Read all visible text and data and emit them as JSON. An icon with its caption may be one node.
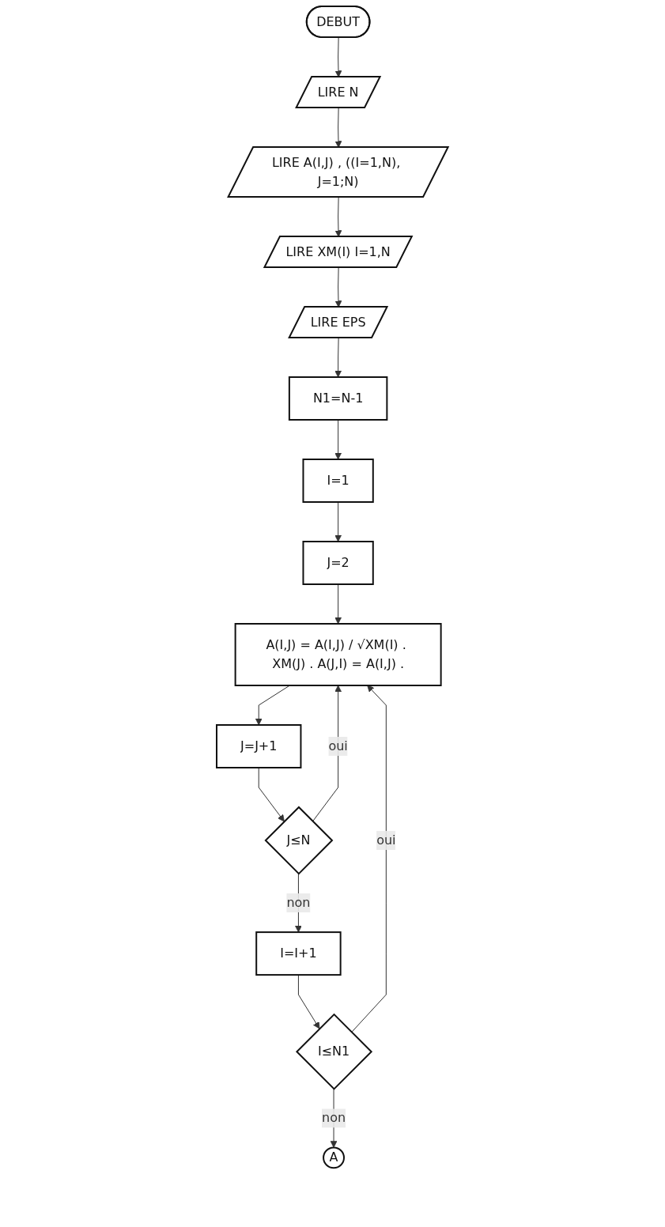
{
  "diagram": {
    "nodes": [
      {
        "text": [
          "DEBUT"
        ]
      },
      {
        "text": [
          "LIRE N"
        ]
      },
      {
        "text": [
          "LIRE A(I,J) , ((I=1,N), J=1;N)"
        ]
      },
      {
        "text": [
          "LIRE XM(I) I=1,N"
        ]
      },
      {
        "text": [
          "LIRE EPS"
        ]
      },
      {
        "text": [
          "N1=N-1"
        ]
      },
      {
        "text": [
          "I=1"
        ]
      },
      {
        "text": [
          "J=2"
        ]
      },
      {
        "text": [
          "A(I,J) = A(I,J) / √XM(I) . XM(J) . A(J,I) = A(I,J) ."
        ]
      },
      {
        "text": [
          "J=J+1"
        ]
      },
      {
        "text": [
          "J≤N"
        ]
      },
      {
        "text": [
          "I=I+1"
        ]
      },
      {
        "text": [
          "I≤N1"
        ]
      },
      {
        "text": [
          "A"
        ]
      }
    ],
    "edges": [
      {
        "from": 0,
        "to": 1,
        "arrow": "to"
      },
      {
        "from": 1,
        "to": 2,
        "arrow": "to"
      },
      {
        "from": 2,
        "to": 3,
        "arrow": "to"
      },
      {
        "from": 3,
        "to": 4,
        "arrow": "to"
      },
      {
        "from": 4,
        "to": 5,
        "arrow": "to"
      },
      {
        "from": 5,
        "to": 6,
        "arrow": "to"
      },
      {
        "from": 6,
        "to": 7,
        "arrow": "to"
      },
      {
        "from": 7,
        "to": 8,
        "arrow": "to"
      },
      {
        "from": 8,
        "to": 9,
        "arrow": "to"
      },
      {
        "from": 9,
        "to": 10,
        "arrow": "to"
      },
      {
        "from": 10,
        "to": 11,
        "label": "non",
        "arrow": "to"
      },
      {
        "from": 10,
        "to": 8,
        "label": "oui",
        "arrow": "to"
      },
      {
        "from": 11,
        "to": 12,
        "arrow": "to"
      },
      {
        "from": 12,
        "to": 8,
        "label": "oui",
        "arrow": "to"
      },
      {
        "from": 12,
        "to": 13,
        "label": "non",
        "arrow": "to"
      }
    ]
  }
}
